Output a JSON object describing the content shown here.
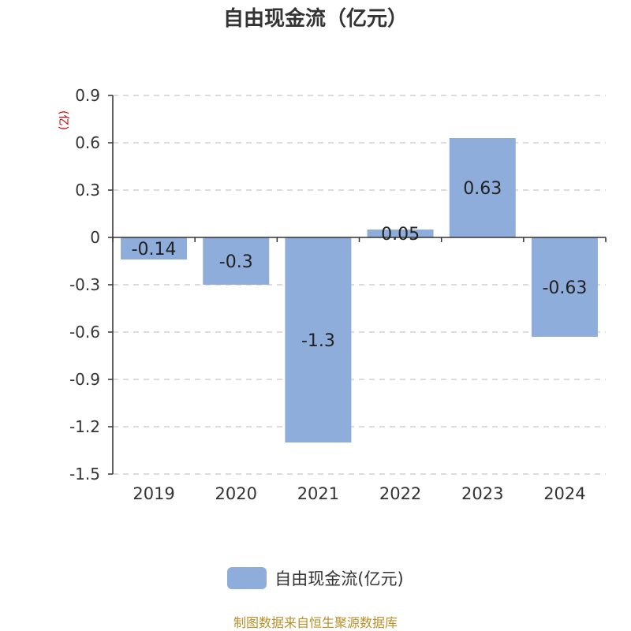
{
  "title": "自由现金流（亿元）",
  "unit_label": "(亿)",
  "legend": {
    "label": "自由现金流(亿元)"
  },
  "source": "制图数据来自恒生聚源数据库",
  "colors": {
    "bar": "#8eadda",
    "grid": "#c8c8c8",
    "axis": "#333333",
    "unit": "#cc0000",
    "source": "#b8902b"
  },
  "chart_data": {
    "type": "bar",
    "categories": [
      "2019",
      "2020",
      "2021",
      "2022",
      "2023",
      "2024"
    ],
    "series": [
      {
        "name": "自由现金流(亿元)",
        "values": [
          -0.14,
          -0.3,
          -1.3,
          0.05,
          0.63,
          -0.63
        ]
      }
    ],
    "data_labels": [
      "-0.14",
      "-0.3",
      "-1.3",
      "0.05",
      "0.63",
      "-0.63"
    ],
    "yticks": [
      0.9,
      0.6,
      0.3,
      0,
      -0.3,
      -0.6,
      -0.9,
      -1.2,
      -1.5
    ],
    "ytick_labels": [
      "0.9",
      "0.6",
      "0.3",
      "0",
      "-0.3",
      "-0.6",
      "-0.9",
      "-1.2",
      "-1.5"
    ],
    "ylim": [
      -1.5,
      0.9
    ],
    "grid": true,
    "legend_position": "bottom"
  }
}
